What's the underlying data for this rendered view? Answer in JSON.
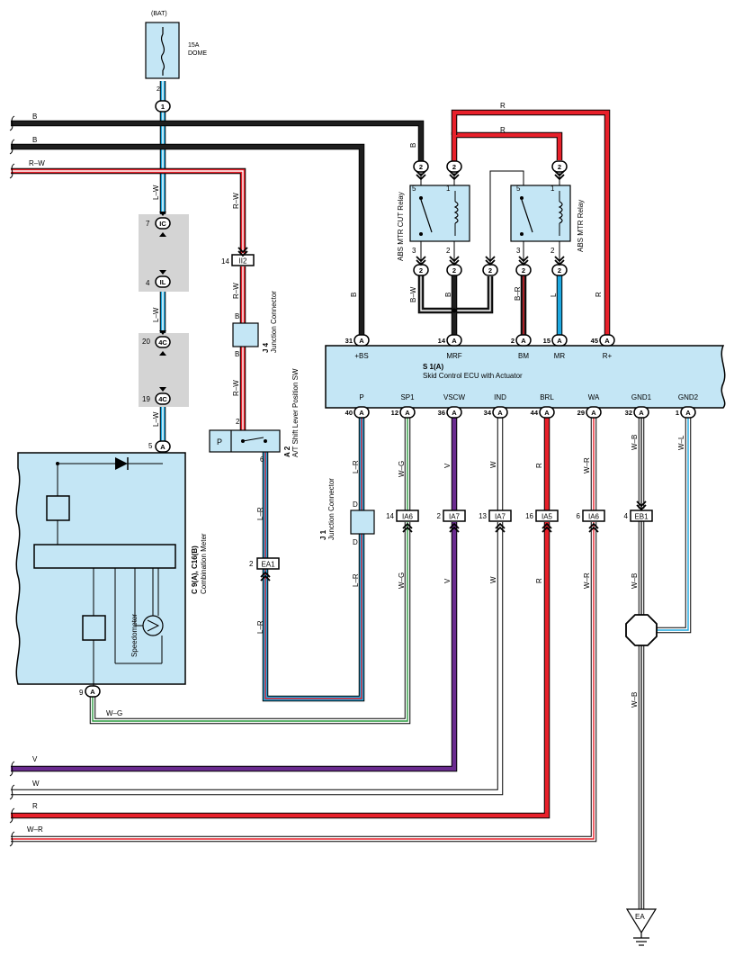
{
  "colors": {
    "L": "#1ea9e1",
    "R": "#e8202a",
    "V": "#6a2b8f",
    "B": "#1e1e1e",
    "W": "#ffffff",
    "G": "#2a9a3e",
    "component_fill": "#c4e6f5",
    "shade": "#d4d4d4"
  },
  "source": {
    "bat_label": "(BAT)",
    "fuse_rating": "15A",
    "fuse_name": "DOME",
    "fuse_pin": "2"
  },
  "left_wires": {
    "b1": "B",
    "b2": "B",
    "rw": "R–W"
  },
  "left_vertical": {
    "wire_lw_1": "L–W",
    "wire_lw_2": "L–W",
    "wire_lw_3": "L–W",
    "j1_pin": "1",
    "ic_pin": "7",
    "ic_id": "IC",
    "il_pin": "4",
    "il_id": "IL",
    "c4_pin": "20",
    "c4_id": "4C",
    "c4b_pin": "19",
    "c4b_id": "4C",
    "meter_pin_top": "5",
    "meter_pin_bottom": "9",
    "connector_letter": "A"
  },
  "meter": {
    "id": "C 9(A), C16(B)",
    "name": "Combination Meter",
    "speedometer": "Speedometer"
  },
  "bottom_wg": "W–G",
  "rw_branch": {
    "wire1": "R–W",
    "wire2": "R–W",
    "wire3": "R–W",
    "ii2_pin": "14",
    "ii2_id": "II2",
    "j4_id": "J 4",
    "j4_name": "Junction\nConnector",
    "j4_b_top": "B",
    "j4_b_bottom": "B",
    "a2_pin_top": "2",
    "a2_pin_bottom": "6",
    "a2_id": "A 2",
    "a2_name": "A/T Shift Lever\nPosition SW",
    "a2_p": "P",
    "lr_1": "L–R",
    "lr_2": "L–R",
    "ea1_pin": "2",
    "ea1_id": "EA1"
  },
  "relays": {
    "cut": {
      "name": "ABS MTR CUT Relay",
      "pin_5": "5",
      "pin_1": "1",
      "pin_3": "3",
      "pin_2": "2",
      "conn_top_left": "2",
      "conn_top_right": "2",
      "conn_bottom_left": "2",
      "conn_bottom_right": "2"
    },
    "mtr": {
      "name": "ABS MTR Relay",
      "pin_5": "5",
      "pin_1": "1",
      "pin_3": "3",
      "pin_2": "2",
      "conn_top": "2",
      "conn_bottom_left": "2",
      "conn_bottom_right": "2",
      "conn_mid": "2"
    },
    "wire_r_top": "R",
    "wire_r_mid": "R",
    "wire_b_top": "B",
    "wire_bw": "B–W",
    "wire_b_mid": "B",
    "wire_br": "B–R",
    "wire_l": "L",
    "wire_r_side": "R",
    "wire_b_left": "B"
  },
  "ecu": {
    "id": "S 1(A)",
    "name": "Skid Control ECU with Actuator",
    "top_pins": [
      {
        "num": "31",
        "name": "+BS"
      },
      {
        "num": "14",
        "name": "MRF"
      },
      {
        "num": "2",
        "name": "BM"
      },
      {
        "num": "15",
        "name": "MR"
      },
      {
        "num": "45",
        "name": "R+"
      }
    ],
    "bottom_pins": [
      {
        "num": "40",
        "name": "P"
      },
      {
        "num": "12",
        "name": "SP1"
      },
      {
        "num": "36",
        "name": "VSCW"
      },
      {
        "num": "34",
        "name": "IND"
      },
      {
        "num": "44",
        "name": "BRL"
      },
      {
        "num": "29",
        "name": "WA"
      },
      {
        "num": "32",
        "name": "GND1"
      },
      {
        "num": "1",
        "name": "GND2"
      }
    ]
  },
  "lower": {
    "j1_id": "J 1",
    "j1_name": "Junction\nConnector",
    "j1_d_top": "D",
    "j1_d_bottom": "D",
    "lr_top": "L–R",
    "lr_bottom": "L–R",
    "wg_top": "W–G",
    "wg_bottom": "W–G",
    "v_top": "V",
    "v_bottom": "V",
    "w_top": "W",
    "w_bottom": "W",
    "r_top": "R",
    "r_bottom": "R",
    "wr_top": "W–R",
    "wr_bottom": "W–R",
    "wb_top": "W–B",
    "wb_mid": "W–B",
    "wb_bottom": "W–B",
    "wl": "W–L",
    "conns": [
      {
        "pin": "14",
        "id": "IA6"
      },
      {
        "pin": "2",
        "id": "IA7"
      },
      {
        "pin": "13",
        "id": "IA7"
      },
      {
        "pin": "16",
        "id": "IA5"
      },
      {
        "pin": "6",
        "id": "IA6"
      },
      {
        "pin": "4",
        "id": "EB1"
      }
    ],
    "ground": "EA"
  },
  "bottom_wires": {
    "v": "V",
    "w": "W",
    "r": "R",
    "wr": "W–R"
  }
}
